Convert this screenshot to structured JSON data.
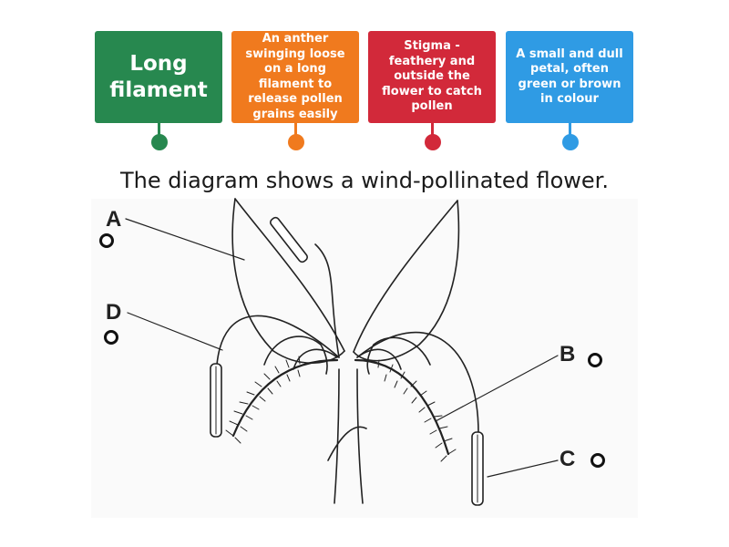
{
  "tiles": [
    {
      "text": "Long filament",
      "color": "#2e8b57"
    },
    {
      "text": "An anther swinging loose on a long filament to release pollen grains easily",
      "color": "#f07a1e"
    },
    {
      "text": "Stigma - feathery and outside the flower to catch pollen",
      "color": "#d32f3c"
    },
    {
      "text": "A small and dull petal, often green or brown in colour",
      "color": "#2f9be4"
    }
  ],
  "caption": "The diagram shows a wind-pollinated flower.",
  "labels": {
    "a": "A",
    "b": "B",
    "c": "C",
    "d": "D"
  }
}
